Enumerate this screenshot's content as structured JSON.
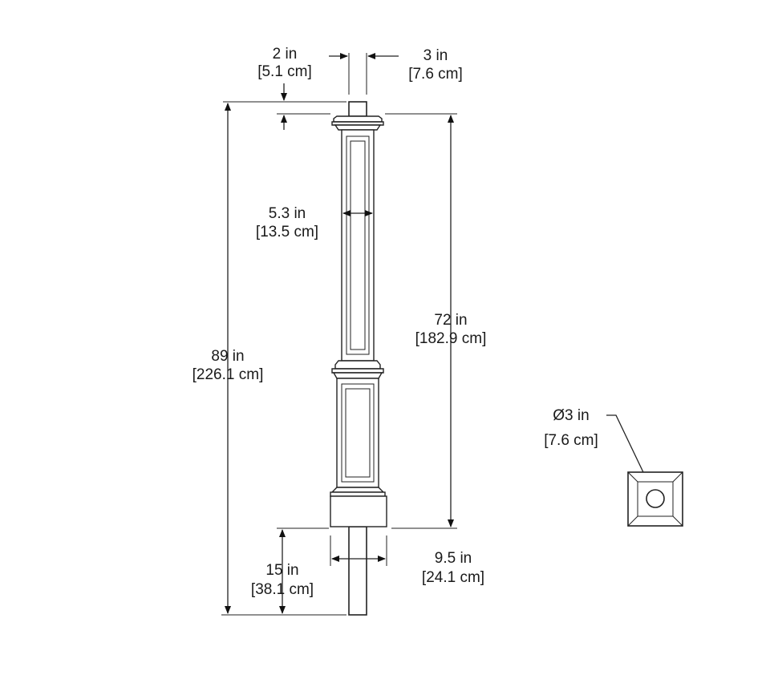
{
  "dimensions": {
    "top_gap": {
      "in": "2 in",
      "cm": "[5.1 cm]"
    },
    "pole_width": {
      "in": "3 in",
      "cm": "[7.6 cm]"
    },
    "post_width": {
      "in": "5.3 in",
      "cm": "[13.5 cm]"
    },
    "post_height": {
      "in": "72 in",
      "cm": "[182.9 cm]"
    },
    "total_height": {
      "in": "89 in",
      "cm": "[226.1 cm]"
    },
    "base_width": {
      "in": "9.5 in",
      "cm": "[24.1 cm]"
    },
    "below_ground": {
      "in": "15 in",
      "cm": "[38.1 cm]"
    },
    "pole_diameter": {
      "in": "Ø3 in",
      "cm": "[7.6 cm]"
    }
  }
}
